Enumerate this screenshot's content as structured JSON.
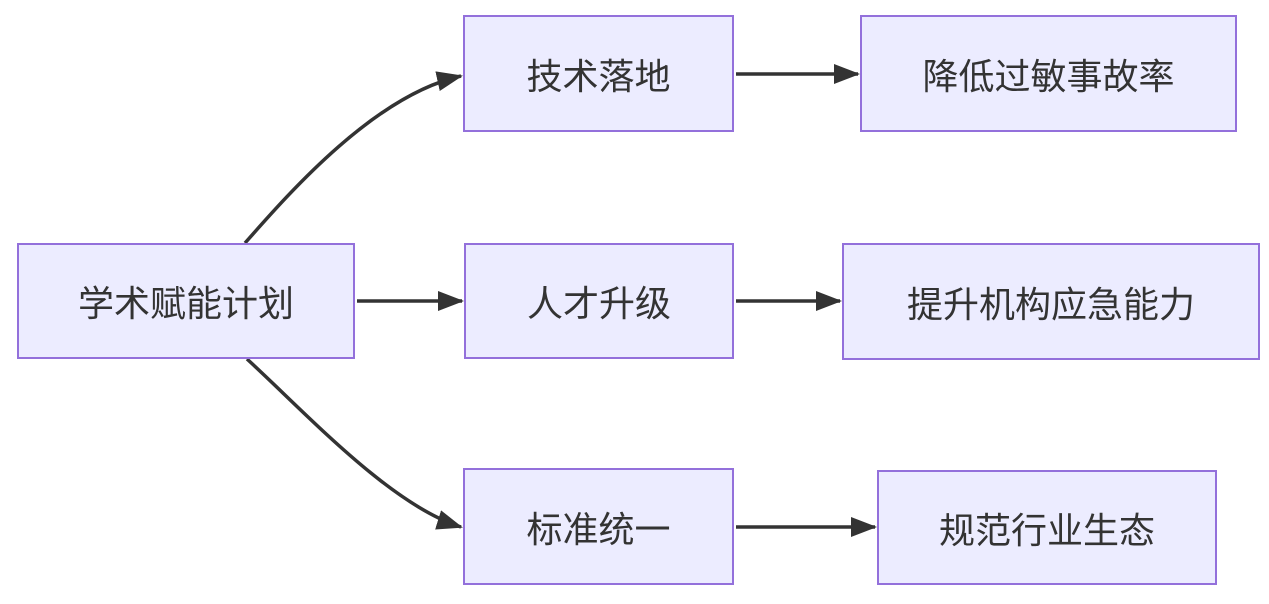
{
  "diagram": {
    "type": "flowchart-left-to-right",
    "nodes": {
      "root": "学术赋能计划",
      "tech": "技术落地",
      "talent": "人才升级",
      "standard": "标准统一",
      "outcome_tech": "降低过敏事故率",
      "outcome_talent": "提升机构应急能力",
      "outcome_standard": "规范行业生态"
    },
    "edges": [
      {
        "from": "学术赋能计划",
        "to": "技术落地"
      },
      {
        "from": "学术赋能计划",
        "to": "人才升级"
      },
      {
        "from": "学术赋能计划",
        "to": "标准统一"
      },
      {
        "from": "技术落地",
        "to": "降低过敏事故率"
      },
      {
        "from": "人才升级",
        "to": "提升机构应急能力"
      },
      {
        "from": "标准统一",
        "to": "规范行业生态"
      }
    ],
    "colors": {
      "node_fill": "#ECECFF",
      "node_border": "#9370DB",
      "edge": "#333333",
      "text": "#333333",
      "background": "#FFFFFF"
    }
  }
}
